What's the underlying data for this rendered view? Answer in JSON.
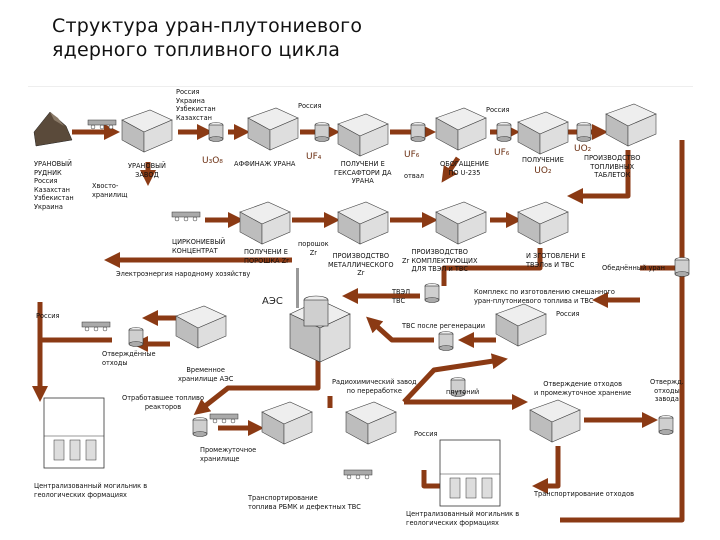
{
  "title_line1": "Структура уран-плутониевого",
  "title_line2": "ядерного топливного цикла",
  "colors": {
    "flow": "#8b3a14",
    "building": "#d8d8d8",
    "accent": "#6b2f12"
  },
  "labels": {
    "mine": [
      "УРАНОВЫЙ",
      "РУДНИК",
      "Россия",
      "Казахстан",
      "Узбекистан",
      "Украина"
    ],
    "tailings": [
      "Хвосто-",
      "хранилищ"
    ],
    "plant": [
      "УРАНОВЫЙ",
      "ЗАВОД"
    ],
    "countries": [
      "Россия",
      "Украина",
      "Узбекистан",
      "Казахстан"
    ],
    "u3o8": "U₃O₈",
    "refining": "АФФИНАЖ УРАНА",
    "uf4": "UF₄",
    "russia1": "Россия",
    "hex": [
      "ПОЛУЧЕНИ Е",
      "ГЕКСАФТОРИ ДА",
      "УРАНА"
    ],
    "uf6a": "UF₆",
    "otval": "отвал",
    "enrich": [
      "ОБОГАЩЕНИЕ",
      "ПО U-235"
    ],
    "russia2": "Россия",
    "uf6b": "UF₆",
    "uo2prod": [
      "ПОЛУЧЕНИЕ",
      "UO₂"
    ],
    "uo2": "UO₂",
    "pellets": [
      "ПРОИЗВОДСТВО",
      "ТОПЛИВНЫХ",
      "ТАБЛЕТОК"
    ],
    "zrconc": [
      "ЦИРКОНИЕВЫЙ",
      "КОНЦЕНТРАТ"
    ],
    "zrpowder": [
      "ПОЛУЧЕНИ Е",
      "ПОРОШКА Zr"
    ],
    "powderzr": [
      "порошок",
      "Zr"
    ],
    "zrmetal": [
      "ПРОИЗВОДСТВО",
      "МЕТАЛЛИЧЕСКОГО",
      "Zr"
    ],
    "zrcomp": [
      "ПРОИЗВОДСТВО",
      "Zr КОМПЛЕКТУЮЩИХ",
      "ДЛЯ ТВЭЛ и ТВС"
    ],
    "fab": [
      "И ЗГОТОВЛЕНИ Е",
      "ТВЭЛов И ТВС"
    ],
    "depleted": "Обеднённый уран",
    "electricity": "Электроэнергия народному хозяйству",
    "tvel": [
      "ТВЭЛ",
      "ТВС"
    ],
    "mox": [
      "Комплекс по изготовлению смешанного",
      "уран-плутониевого топлива и ТВС"
    ],
    "aes": "АЭС",
    "russia3": "Россия",
    "russia4": "Россия",
    "regen": "ТВС после регенерации",
    "solid": [
      "Отверждённые",
      "отходы"
    ],
    "temp": [
      "Временное",
      "хранилище АЭС"
    ],
    "radiochem": [
      "Радиохимический завод",
      "по переработке"
    ],
    "plutonium": "плутоний",
    "vitr": [
      "Отверждение отходов",
      "и промежуточное хранение"
    ],
    "solid2": [
      "Отвержд.",
      "отходы",
      "завода"
    ],
    "spent": [
      "Отработавшее топливо",
      "реакторов"
    ],
    "interim": [
      "Промежуточное",
      "хранилище"
    ],
    "russia5": "Россия",
    "repo1": [
      "Централизованный могильник в",
      "геологических формациях"
    ],
    "transport1": [
      "Транспортирование",
      "топлива РБМК и дефектных ТВС"
    ],
    "repo2": [
      "Централизованный могильник в",
      "геологических формациях"
    ],
    "transport2": "Транспортирование отходов"
  }
}
